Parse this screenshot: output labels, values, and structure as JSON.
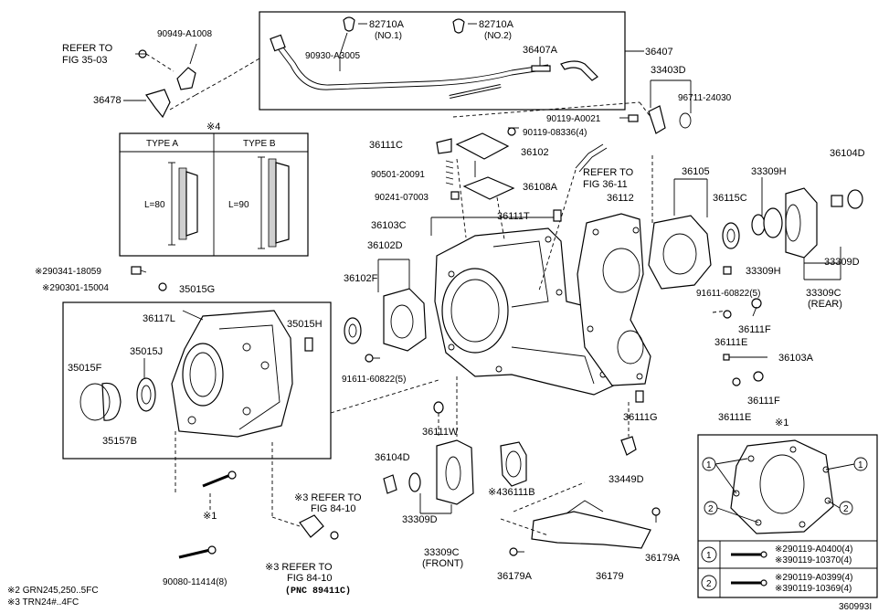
{
  "callouts": {
    "refer_fig_35_03": [
      "REFER TO",
      "FIG 35-03"
    ],
    "p90949": "90949-A1008",
    "p36478": "36478",
    "p82710a_1": "82710A",
    "p82710a_1_sub": "(NO.1)",
    "p82710a_2": "82710A",
    "p82710a_2_sub": "(NO.2)",
    "p90930": "90930-A3005",
    "p36407a": "36407A",
    "p36407": "36407",
    "p33403d": "33403D",
    "p96711": "96711-24030",
    "p90119_a0021": "90119-A0021",
    "p90119_08336": "90119-08336(4)",
    "p36111c": "36111C",
    "p36102": "36102",
    "refer_fig_36_11": [
      "REFER TO",
      "FIG 36-11"
    ],
    "p90501": "90501-20091",
    "p36108a": "36108A",
    "p90241": "90241-07003",
    "p36111t": "36111T",
    "p36112": "36112",
    "p36105": "36105",
    "p33309h_top": "33309H",
    "p36104d_top": "36104D",
    "p36115c": "36115C",
    "p36103c": "36103C",
    "p36102d": "36102D",
    "p36102f": "36102F",
    "p90341": "※290341-18059",
    "p90301": "※290301-15004",
    "p35015g": "35015G",
    "p36117l": "36117L",
    "p35015h": "35015H",
    "p35015j": "35015J",
    "p35015f": "35015F",
    "p35157b": "35157B",
    "p91611_left": "91611-60822(5)",
    "p33309h_mid": "33309H",
    "p33309d_right": "33309D",
    "p91611_right": "91611-60822(5)",
    "p33309c_rear": "33309C",
    "rear": "(REAR)",
    "p36111f_top": "36111F",
    "p36111e_top": "36111E",
    "p36103a": "36103A",
    "p36111f_bot": "36111F",
    "p36111e_bot": "36111E",
    "p36111w": "36111W",
    "p36111g": "36111G",
    "p36104d_bot": "36104D",
    "p36111b": "※436111B",
    "p33449d": "33449D",
    "p33309d_front": "33309D",
    "p33309c_front": "33309C",
    "front": "(FRONT)",
    "star1_small": "※1",
    "refer_84_10_a": [
      "※3 REFER TO",
      "FIG 84-10"
    ],
    "refer_84_10_b": [
      "※3 REFER TO",
      "FIG 84-10"
    ],
    "pnc": "(PNC 89411C)",
    "p90080": "90080-11414(8)",
    "p36179a": "36179A",
    "p36179": "36179",
    "p36179a_r": "36179A"
  },
  "type_table": {
    "note": "※4",
    "headers": [
      "TYPE A",
      "TYPE B"
    ],
    "lengths": [
      "L=80",
      "L=90"
    ]
  },
  "inset": {
    "title": "※1",
    "markers": [
      "1",
      "2"
    ],
    "rows": [
      {
        "num": "1",
        "lines": [
          "※290119-A0400(4)",
          "※390119-10370(4)"
        ]
      },
      {
        "num": "2",
        "lines": [
          "※290119-A0399(4)",
          "※390119-10369(4)"
        ]
      }
    ]
  },
  "footnotes": [
    "※2 GRN245,250..5FC",
    "※3 TRN24#..4FC"
  ],
  "figure_id": "360993I"
}
